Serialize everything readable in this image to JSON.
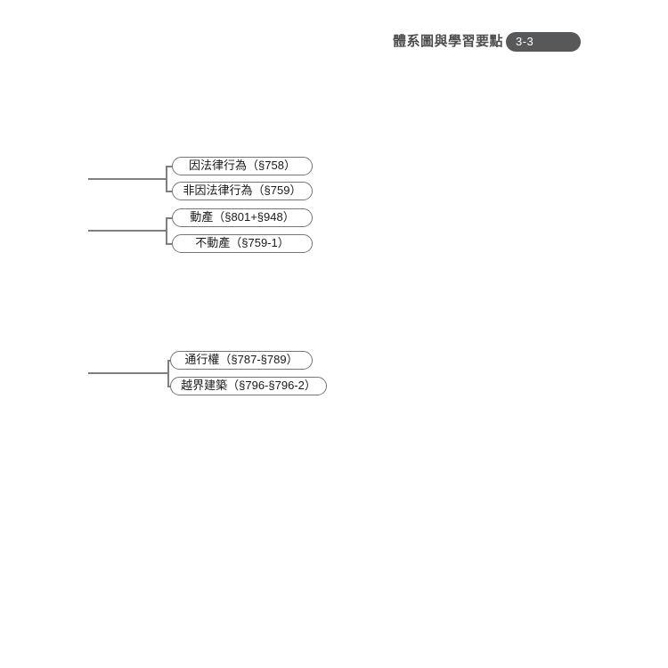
{
  "header": {
    "title": "體系圖與學習要點",
    "page_badge": "3-3"
  },
  "diagram": {
    "groups": [
      {
        "items": [
          {
            "label": "因法律行為（§758）"
          },
          {
            "label": "非因法律行為（§759）"
          }
        ]
      },
      {
        "items": [
          {
            "label": "動產（§801+§948）"
          },
          {
            "label": "不動產（§759-1）"
          }
        ]
      },
      {
        "items": [
          {
            "label": "通行權（§787-§789）"
          },
          {
            "label": "越界建築（§796-§796-2）"
          }
        ]
      }
    ]
  },
  "colors": {
    "badge_background": "#57585a",
    "badge_text": "#ffffff",
    "header_title_text": "#4d4d4d",
    "node_border": "#757575",
    "node_text": "#1a1a1a",
    "connector_line": "#7f7f7f",
    "page_background": "#ffffff"
  }
}
